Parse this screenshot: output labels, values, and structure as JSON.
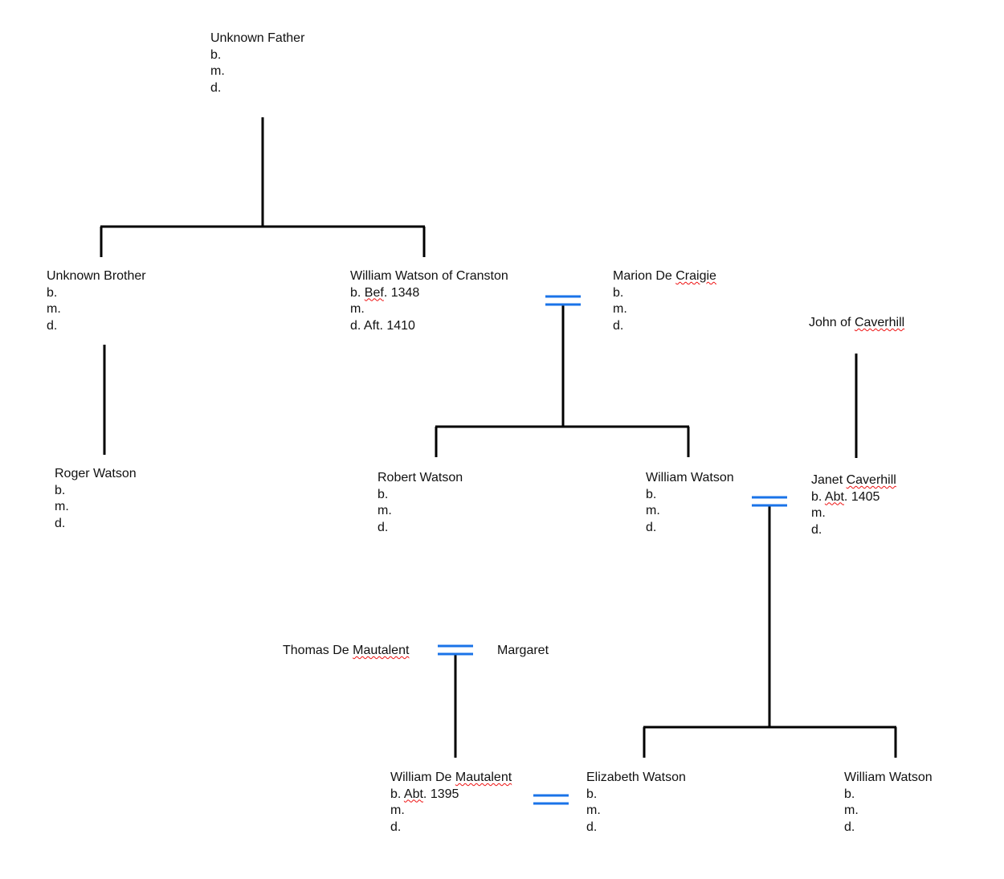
{
  "people": {
    "unknown_father": {
      "name": "Unknown Father",
      "b": "b.",
      "m": "m.",
      "d": "d."
    },
    "unknown_brother": {
      "name": "Unknown Brother",
      "b": "b.",
      "m": "m.",
      "d": "d."
    },
    "william_cranston": {
      "name": "William Watson of Cranston",
      "b_pre": "b. ",
      "b_sq": "Bef",
      "b_post": ". 1348",
      "m": "m.",
      "d": "d. Aft. 1410"
    },
    "marion": {
      "name_pre": "Marion De ",
      "name_sq": "Craigie",
      "b": "b.",
      "m": "m.",
      "d": "d."
    },
    "john_caverhill": {
      "name_pre": "John of ",
      "name_sq": "Caverhill"
    },
    "roger": {
      "name": "Roger Watson",
      "b": "b.",
      "m": "m.",
      "d": "d."
    },
    "robert": {
      "name": "Robert Watson",
      "b": "b.",
      "m": "m.",
      "d": "d."
    },
    "william_jr": {
      "name": "William Watson",
      "b": "b.",
      "m": "m.",
      "d": "d."
    },
    "janet": {
      "name_pre": "Janet ",
      "name_sq": "Caverhill",
      "b_pre": "b. ",
      "b_sq": "Abt",
      "b_post": ". 1405",
      "m": "m.",
      "d": "d."
    },
    "thomas": {
      "name_pre": "Thomas De ",
      "name_sq": "Mautalent"
    },
    "margaret": {
      "name": "Margaret"
    },
    "william_mautalent": {
      "name_pre": "William De ",
      "name_sq": "Mautalent",
      "b_pre": "b. ",
      "b_sq": "Abt",
      "b_post": ". 1395",
      "m": "m.",
      "d": "d."
    },
    "elizabeth": {
      "name": "Elizabeth Watson",
      "b": "b.",
      "m": "m.",
      "d": "d."
    },
    "william_iii": {
      "name": "William Watson",
      "b": "b.",
      "m": "m.",
      "d": "d."
    }
  },
  "colors": {
    "line": "#000000",
    "marriage": "#1a73e8",
    "spellcheck": "#e11111"
  }
}
